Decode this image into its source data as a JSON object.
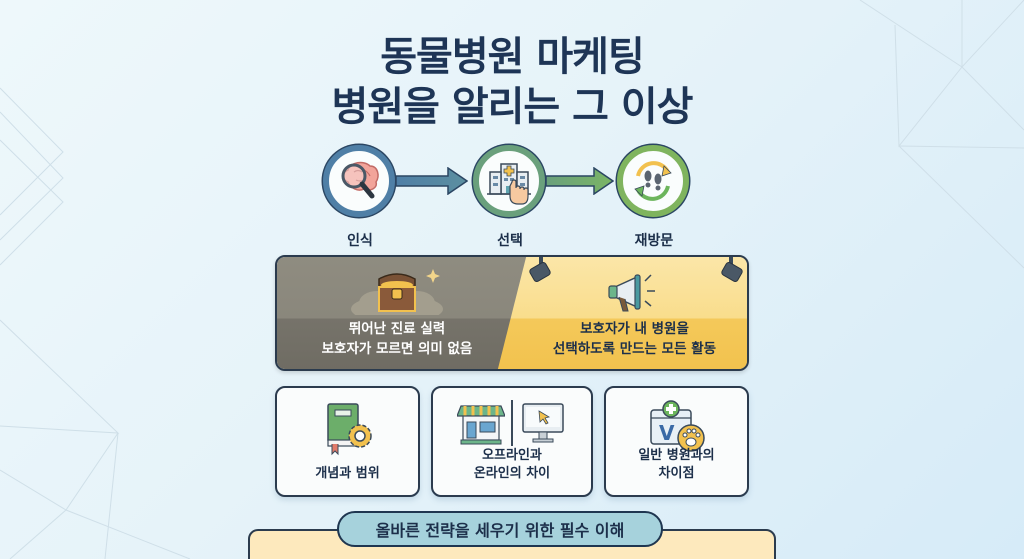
{
  "title": {
    "line1": "동물병원 마케팅",
    "line2": "병원을 알리는 그 이상"
  },
  "flow": {
    "steps": [
      {
        "label": "인식",
        "icon": "brain-magnifier-icon",
        "color": "#4f7fa6"
      },
      {
        "label": "선택",
        "icon": "hospital-tap-icon",
        "color": "#6aa07c"
      },
      {
        "label": "재방문",
        "icon": "footprints-cycle-icon",
        "color": "#7fb45e"
      }
    ]
  },
  "banner": {
    "left": {
      "line1": "뛰어난 진료 실력",
      "line2": "보호자가 모르면 의미 없음",
      "icon": "treasure-chest-icon",
      "color": "#8a877c"
    },
    "right": {
      "line1": "보호자가 내 병원을",
      "line2": "선택하도록 만드는 모든 활동",
      "icon": "megaphone-spotlight-icon",
      "color": "#f9dd8c"
    }
  },
  "cards": [
    {
      "line1": "개념과 범위",
      "line2": "",
      "icon": "book-gear-icon"
    },
    {
      "line1": "오프라인과",
      "line2": "온라인의 차이",
      "icon": "store-monitor-icon"
    },
    {
      "line1": "일반 병원과의",
      "line2": "차이점",
      "icon": "vet-paw-icon"
    }
  ],
  "footer": {
    "pill": "올바른 전략을 세우기 위한 필수 이해"
  },
  "colors": {
    "background": "#e6f3f9",
    "title": "#1e3556",
    "pill": "#a6d2dc",
    "bottom_box": "#fde9bd"
  }
}
